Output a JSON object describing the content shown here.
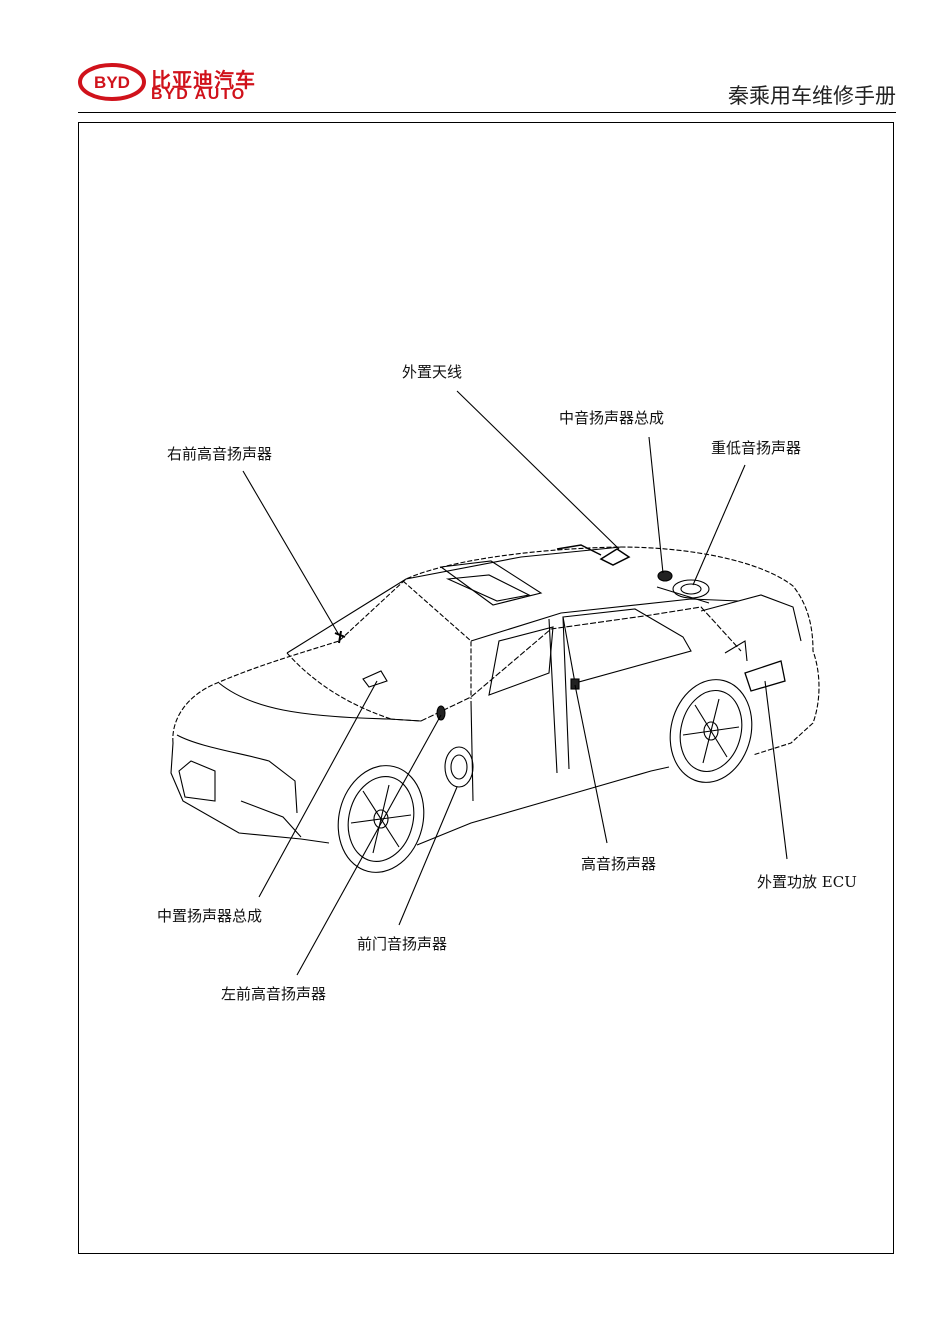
{
  "header": {
    "brand_cn": "比亚迪汽车",
    "brand_en": "BYD AUTO",
    "logo_text": "BYD",
    "manual_title": "秦乘用车维修手册"
  },
  "colors": {
    "brand_red": "#d0121b",
    "line": "#000000"
  },
  "diagram": {
    "labels": {
      "antenna": "外置天线",
      "mid_speaker": "中音扬声器总成",
      "right_tweeter": "右前高音扬声器",
      "subwoofer": "重低音扬声器",
      "tweeter": "高音扬声器",
      "amp_ecu": "外置功放 ECU",
      "center_speaker": "中置扬声器总成",
      "front_door_speaker": "前门音扬声器",
      "left_tweeter": "左前高音扬声器"
    }
  }
}
